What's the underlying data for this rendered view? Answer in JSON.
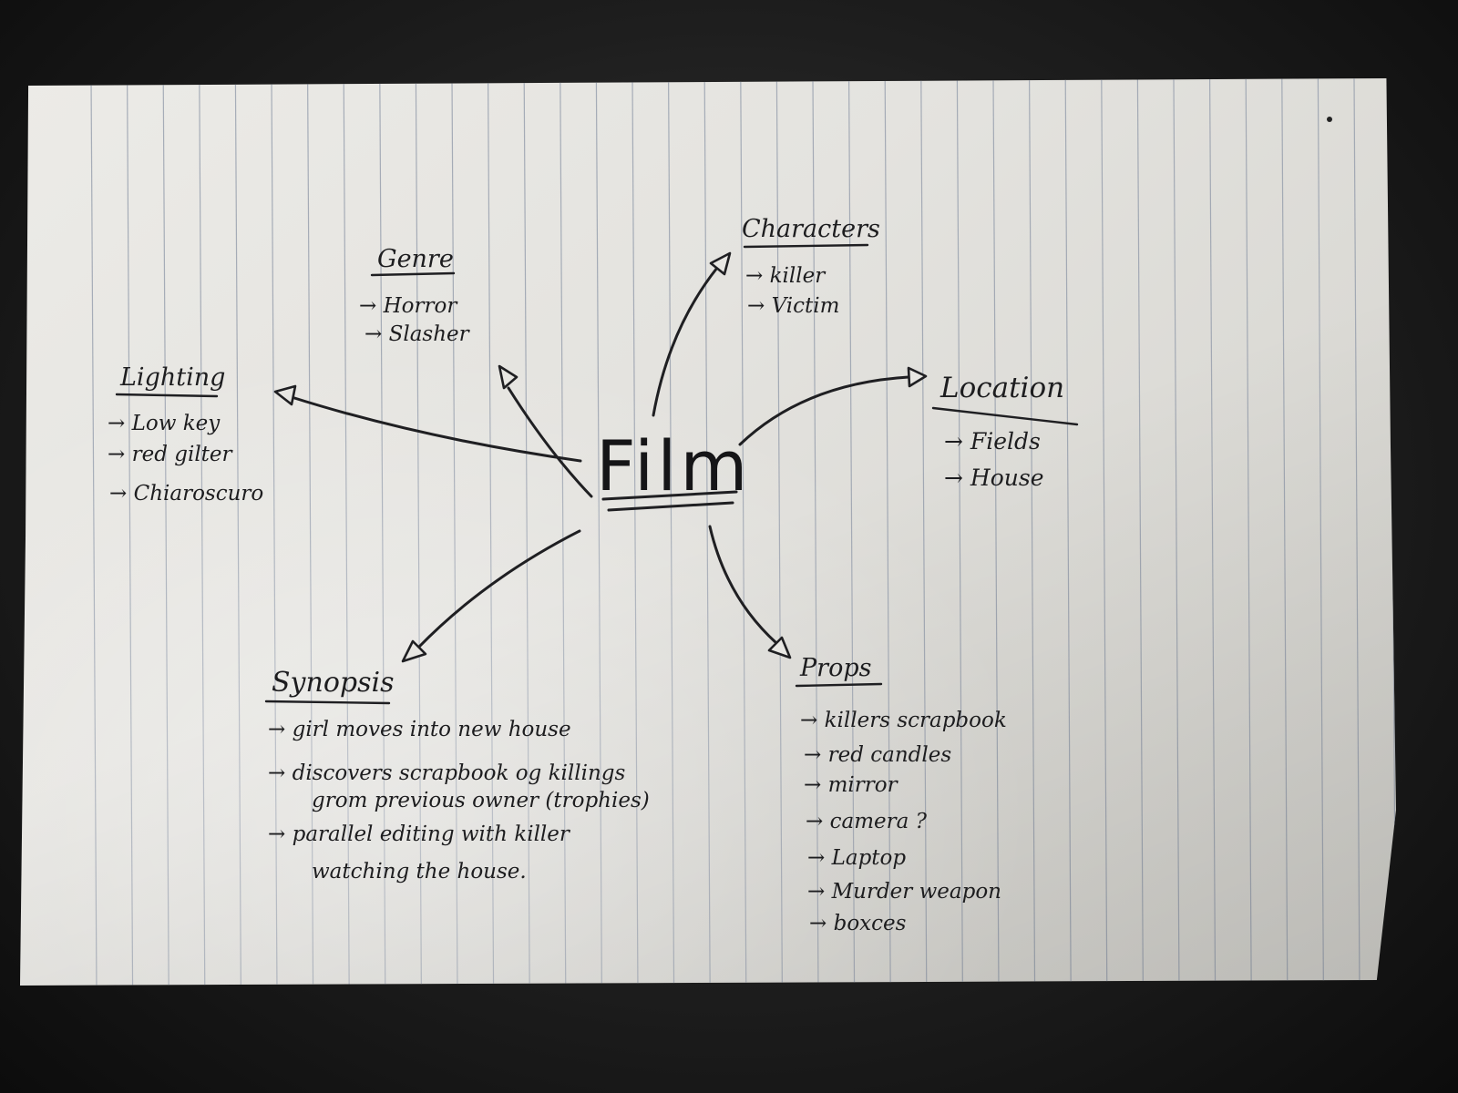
{
  "center": {
    "label": "Film"
  },
  "branches": {
    "genre": {
      "heading": "Genre",
      "items": [
        "Horror",
        "Slasher"
      ]
    },
    "characters": {
      "heading": "Characters",
      "items": [
        "killer",
        "Victim"
      ]
    },
    "lighting": {
      "heading": "Lighting",
      "items": [
        "Low key",
        "red gilter",
        "Chiaroscuro"
      ]
    },
    "location": {
      "heading": "Location",
      "items": [
        "Fields",
        "House"
      ]
    },
    "synopsis": {
      "heading": "Synopsis",
      "items": [
        "girl moves into new house",
        "discovers scrapbook og killings",
        "grom previous owner (trophies)",
        "parallel editing with killer",
        "watching the house."
      ]
    },
    "props": {
      "heading": "Props",
      "items": [
        "killers scrapbook",
        "red candles",
        "mirror",
        "camera ?",
        "Laptop",
        "Murder weapon",
        "boxces"
      ]
    }
  },
  "bullet_symbol": "→",
  "colors": {
    "paper": "#e6e5e1",
    "ink": "#1f1f22",
    "rule": "#8f98a8",
    "background": "#1e1e1e"
  }
}
